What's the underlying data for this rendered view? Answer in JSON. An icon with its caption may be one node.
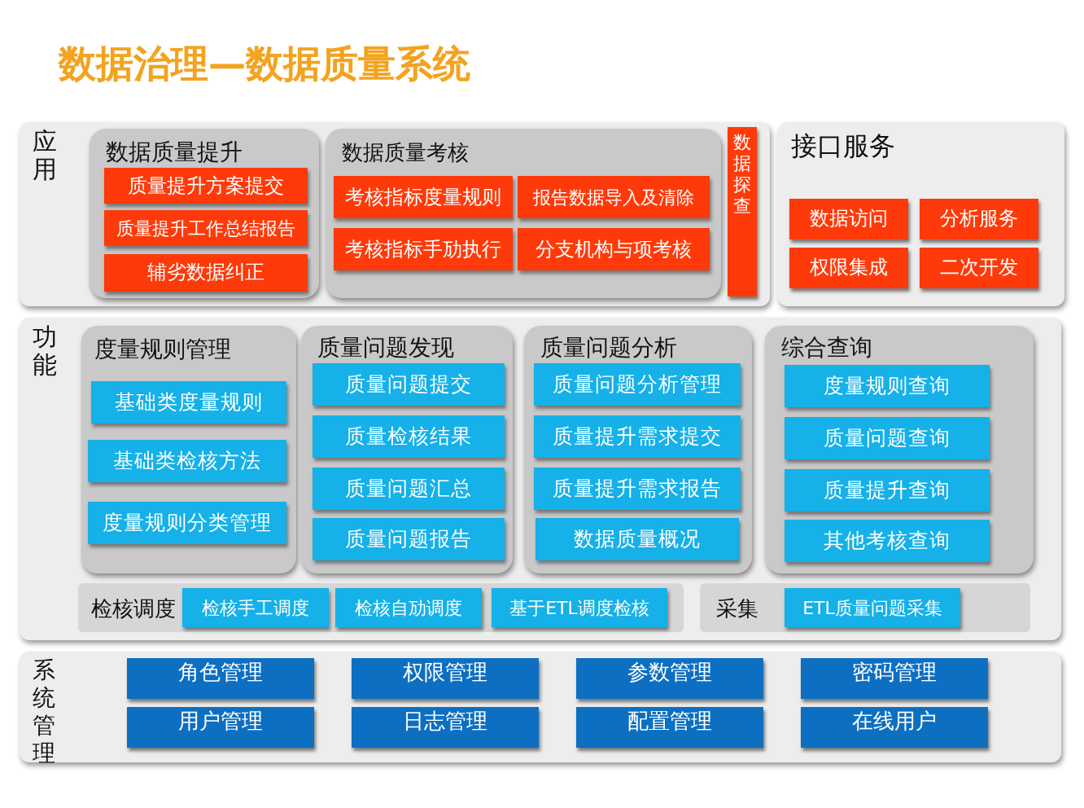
{
  "diagram": {
    "title": "数据治理—数据质量系统",
    "nodes": [
      {
        "text": [
          "应用"
        ]
      },
      {
        "text": [
          "数据质量提升"
        ],
        "in": 0
      },
      {
        "text": [
          "质量提升方案提交"
        ],
        "in": 1
      },
      {
        "text": [
          "质量提升工作总结报告"
        ],
        "in": 1
      },
      {
        "text": [
          "辅劣数据纠正"
        ],
        "in": 1
      },
      {
        "text": [
          "数据质量考核"
        ],
        "in": 0
      },
      {
        "text": [
          "考核指标度量规则"
        ],
        "in": 5
      },
      {
        "text": [
          "报告数据导入及清除"
        ],
        "in": 5
      },
      {
        "text": [
          "考核指标手劢执行"
        ],
        "in": 5
      },
      {
        "text": [
          "分支机构与项考核"
        ],
        "in": 5
      },
      {
        "text": [
          "数据探查"
        ],
        "in": 0
      },
      {
        "text": [
          "接口服务"
        ]
      },
      {
        "text": [
          "数据访问"
        ],
        "in": 11
      },
      {
        "text": [
          "分析服务"
        ],
        "in": 11
      },
      {
        "text": [
          "权限集成"
        ],
        "in": 11
      },
      {
        "text": [
          "二次开发"
        ],
        "in": 11
      },
      {
        "text": [
          "功能"
        ]
      },
      {
        "text": [
          "度量规则管理"
        ],
        "in": 16
      },
      {
        "text": [
          "基础类度量规则"
        ],
        "in": 17
      },
      {
        "text": [
          "基础类检核方法"
        ],
        "in": 17
      },
      {
        "text": [
          "度量规则分类管理"
        ],
        "in": 17
      },
      {
        "text": [
          "质量问题发现"
        ],
        "in": 16
      },
      {
        "text": [
          "质量问题提交"
        ],
        "in": 21
      },
      {
        "text": [
          "质量检核结果"
        ],
        "in": 21
      },
      {
        "text": [
          "质量问题汇总"
        ],
        "in": 21
      },
      {
        "text": [
          "质量问题报告"
        ],
        "in": 21
      },
      {
        "text": [
          "质量问题分析"
        ],
        "in": 16
      },
      {
        "text": [
          "质量问题分析管理"
        ],
        "in": 26
      },
      {
        "text": [
          "质量提升需求提交"
        ],
        "in": 26
      },
      {
        "text": [
          "质量提升需求报告"
        ],
        "in": 26
      },
      {
        "text": [
          "数据质量概况"
        ],
        "in": 26
      },
      {
        "text": [
          "综合查询"
        ],
        "in": 16
      },
      {
        "text": [
          "度量规则查询"
        ],
        "in": 31
      },
      {
        "text": [
          "质量问题查询"
        ],
        "in": 31
      },
      {
        "text": [
          "质量提升查询"
        ],
        "in": 31
      },
      {
        "text": [
          "其他考核查询"
        ],
        "in": 31
      },
      {
        "text": [
          "检核调度"
        ],
        "in": 16
      },
      {
        "text": [
          "检核手工调度"
        ],
        "in": 36
      },
      {
        "text": [
          "检核自劢调度"
        ],
        "in": 36
      },
      {
        "text": [
          "基于ETL调度检核"
        ],
        "in": 36
      },
      {
        "text": [
          "采集"
        ],
        "in": 16
      },
      {
        "text": [
          "ETL质量问题采集"
        ],
        "in": 40
      },
      {
        "text": [
          "系统管理"
        ]
      },
      {
        "text": [
          "角色管理"
        ],
        "in": 42
      },
      {
        "text": [
          "权限管理"
        ],
        "in": 42
      },
      {
        "text": [
          "参数管理"
        ],
        "in": 42
      },
      {
        "text": [
          "密码管理"
        ],
        "in": 42
      },
      {
        "text": [
          "用户管理"
        ],
        "in": 42
      },
      {
        "text": [
          "日志管理"
        ],
        "in": 42
      },
      {
        "text": [
          "配置管理"
        ],
        "in": 42
      },
      {
        "text": [
          "在线用户"
        ],
        "in": 42
      }
    ]
  }
}
